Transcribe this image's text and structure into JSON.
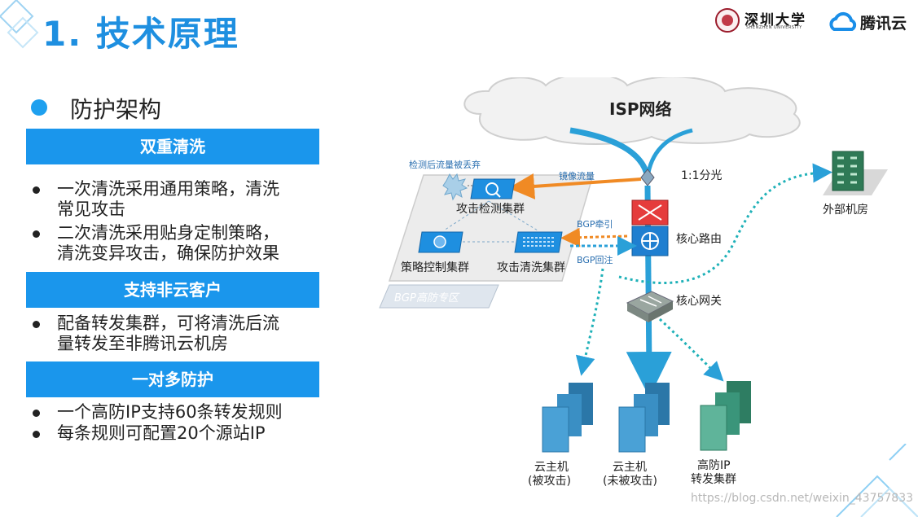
{
  "slide": {
    "title": "1. 技术原理"
  },
  "logos": {
    "university": "深圳大学",
    "university_en": "SHENZHEN UNIVERSITY",
    "company": "腾讯云"
  },
  "section": {
    "title": "防护架构"
  },
  "blocks": [
    {
      "heading": "双重清洗",
      "items": [
        {
          "lines": [
            "一次清洗采用通用策略，清洗",
            "常见攻击"
          ]
        },
        {
          "lines": [
            "二次清洗采用贴身定制策略，",
            "清洗变异攻击，确保防护效果"
          ]
        }
      ]
    },
    {
      "heading": "支持非云客户",
      "items": [
        {
          "lines": [
            "配备转发集群，可将清洗后流",
            "量转发至非腾讯云机房"
          ]
        }
      ]
    },
    {
      "heading": "一对多防护",
      "items": [
        {
          "lines": [
            "一个高防IP支持60条转发规则"
          ]
        },
        {
          "lines": [
            "每条规则可配置20个源站IP"
          ]
        }
      ]
    }
  ],
  "diagram": {
    "isp": "ISP网络",
    "splitter": "1:1分光",
    "discard": "检测后流量被丢弃",
    "mirror": "镜像流量",
    "detect_cluster": "攻击检测集群",
    "policy_cluster": "策略控制集群",
    "clean_cluster": "攻击清洗集群",
    "zone": "BGP高防专区",
    "bgp_pull": "BGP牵引",
    "bgp_reinject": "BGP回注",
    "core_router": "核心路由",
    "core_gateway": "核心网关",
    "external": "外部机房",
    "host_attacked_1": "云主机",
    "host_attacked_2": "(被攻击)",
    "host_normal_1": "云主机",
    "host_normal_2": "(未被攻击)",
    "forward_1": "高防IP",
    "forward_2": "转发集群"
  },
  "colors": {
    "accent": "#1a96ec",
    "title": "#1e8fe0",
    "flow": "#2aa0d8",
    "mirror": "#f08a24",
    "router": "#e53c3c"
  },
  "watermark": "https://blog.csdn.net/weixin_43757833"
}
